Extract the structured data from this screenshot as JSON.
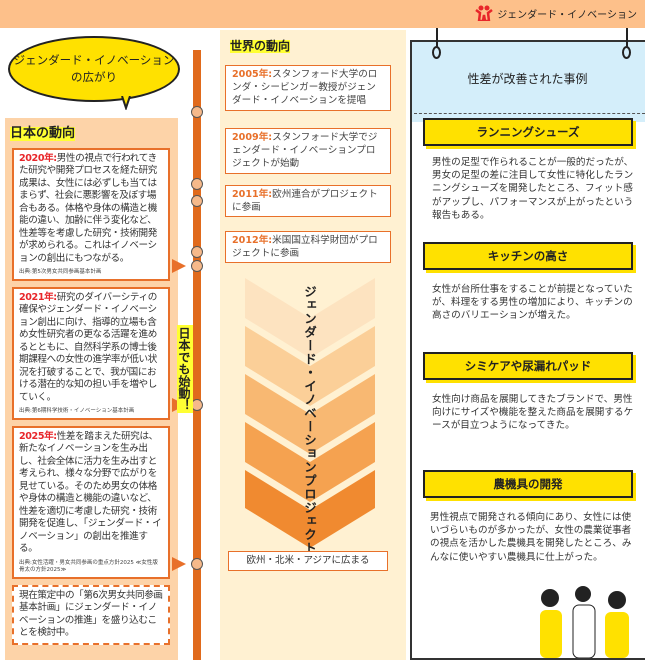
{
  "header": {
    "logo_text": "ジェンダード・イノベーション"
  },
  "title": {
    "line1": "ジェンダード・イノベーション",
    "line2": "の広がり"
  },
  "japan": {
    "title": "日本の動向",
    "start_label": "日本でも始動！",
    "items": [
      {
        "year": "2020年:",
        "text": "男性の視点で行われてきた研究や開発プロセスを経た研究成果は、女性には必ずしも当てはまらず、社会に悪影響を及ぼす場合もある。体格や身体の構造と機能の違い、加齢に伴う変化など、性差等を考慮した研究・技術開発が求められる。これはイノベーションの創出にもつながる。",
        "source": "出典:第5次男女共同参画基本計画"
      },
      {
        "year": "2021年:",
        "text": "研究のダイバーシティの確保やジェンダード・イノベーション創出に向け、指導的立場も含め女性研究者の更なる活躍を進めるとともに、自然科学系の博士後期課程への女性の進学率が低い状況を打破することで、我が国における潜在的な知の担い手を増やしていく。",
        "source": "出典:第6期科学技術・イノベーション基本計画"
      },
      {
        "year": "2025年:",
        "text": "性差を踏まえた研究は、新たなイノベーションを生み出し、社会全体に活力を生み出すと考えられ、様々な分野で広がりを見せている。そのため男女の体格や身体の構造と機能の違いなど、性差を適切に考慮した研究・技術開発を促進し、「ジェンダード・イノベーション」の創出を推進する。",
        "source": "出典:女性活躍・男女共同参画の重点方針2025 ≪女性版骨太の方針2025≫"
      }
    ],
    "pending": "現在策定中の「第6次男女共同参画基本計画」にジェンダード・イノベーションの推進」を盛り込むことを検討中。"
  },
  "world": {
    "title": "世界の動向",
    "items": [
      {
        "year": "2005年:",
        "text": "スタンフォード大学のロンダ・シービンガー教授がジェンダード・イノベーションを提唱"
      },
      {
        "year": "2009年:",
        "text": "スタンフォード大学でジェンダード・イノベーションプロジェクトが始動"
      },
      {
        "year": "2011年:",
        "text": "欧州連合がプロジェクトに参画"
      },
      {
        "year": "2012年:",
        "text": "米国国立科学財団がプロジェクトに参画"
      }
    ],
    "project_label": "ジェンダード・イノベーションプロジェクト",
    "spread": "欧州・北米・アジアに広まる"
  },
  "cases": {
    "title": "性差が改善された事例",
    "items": [
      {
        "label": "ランニングシューズ",
        "text": "男性の足型で作られることが一般的だったが、男女の足型の差に注目して女性に特化したランニングシューズを開発したところ、フィット感がアップし、パフォーマンスが上がったという報告もある。"
      },
      {
        "label": "キッチンの高さ",
        "text": "女性が台所仕事をすることが前提となっていたが、料理をする男性の増加により、キッチンの高さのバリエーションが増えた。"
      },
      {
        "label": "シミケアや尿漏れパッド",
        "text": "女性向け商品を展開してきたブランドで、男性向けにサイズや機能を整えた商品を展開するケースが目立つようになってきた。"
      },
      {
        "label": "農機具の開発",
        "text": "男性視点で開発される傾向にあり、女性には使いづらいものが多かったが、女性の農業従事者の視点を活かした農機具を開発したところ、みんなに使いやすい農機具に仕上がった。"
      }
    ]
  },
  "colors": {
    "orange": "#e8702a",
    "yellow": "#ffe100",
    "peach": "#fdc08a",
    "blue": "#d4eefa"
  }
}
